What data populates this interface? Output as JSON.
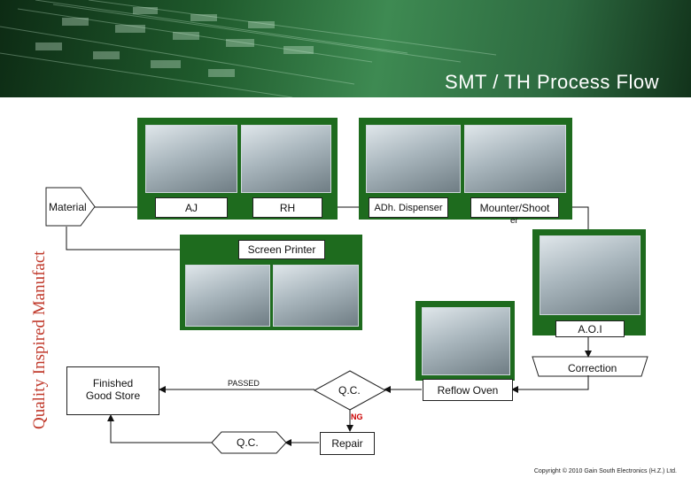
{
  "title": "SMT / TH Process Flow",
  "side_text": "Quality Inspired Manufact",
  "nodes": {
    "material": "Material",
    "aj": "AJ",
    "rh": "RH",
    "adh_dispenser": "ADh. Dispenser",
    "mounter_shooter": "Mounter/Shoot",
    "mounter_suffix": "er",
    "screen_printer": "Screen Printer",
    "aoi": "A.O.I",
    "correction": "Correction",
    "reflow_oven": "Reflow Oven",
    "qc_main": "Q.C.",
    "qc_final": "Q.C.",
    "repair": "Repair",
    "finished_store": "Finished\nGood Store"
  },
  "edge_labels": {
    "passed": "PASSED",
    "ng": "NG"
  },
  "copyright": "Copyright © 2010 Gain South Electronics (H.Z.) Ltd.",
  "colors": {
    "accent_green": "#1e6b1e",
    "side_text": "#c0392b",
    "ng": "#cc0000"
  }
}
